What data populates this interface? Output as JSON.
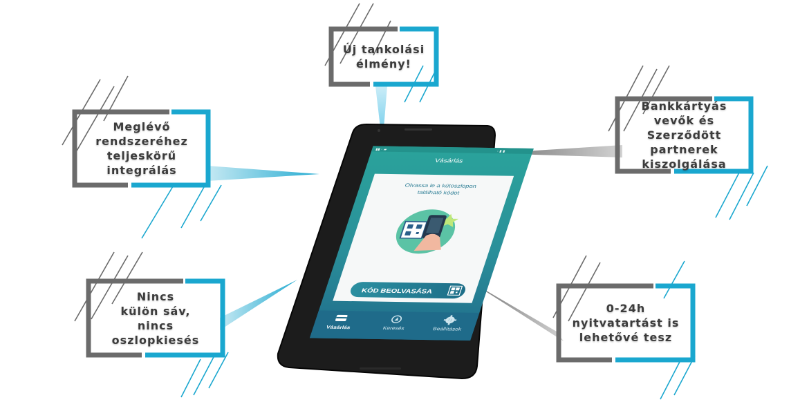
{
  "callouts": {
    "top": [
      "Új tankolási",
      "élmény!"
    ],
    "left_top": [
      "Meglévő",
      "rendszeréhez",
      "teljeskörű",
      "integrálás"
    ],
    "left_bottom": [
      "Nincs",
      "külön sáv,",
      "nincs",
      "oszlopkiesés"
    ],
    "right_top": [
      "Bankkártyás",
      "vevők és",
      "Szerződött",
      "partnerek",
      "kiszolgálása"
    ],
    "right_bottom": [
      "0-24h",
      "nyitvatartást is",
      "lehetővé tesz"
    ]
  },
  "app": {
    "header_title": "Vásárlás",
    "instruction_line1": "Olvassa le a kútoszlopon",
    "instruction_line2": "található kódot",
    "scan_button_label": "KÓD BEOLVASÁSA",
    "nav": [
      {
        "label": "Vásárlás",
        "icon": "wallet-icon",
        "active": true
      },
      {
        "label": "Keresés",
        "icon": "compass-icon",
        "active": false
      },
      {
        "label": "Beállítások",
        "icon": "gear-icon",
        "active": false
      }
    ]
  },
  "colors": {
    "accent_teal": "#1a8a8f",
    "frame_gray": "#6b6b6b",
    "frame_blue": "#1aa7cf",
    "phone_body": "#1c1c1c",
    "app_header": "#2aa39b",
    "nav_bar": "#1f6b8a"
  }
}
